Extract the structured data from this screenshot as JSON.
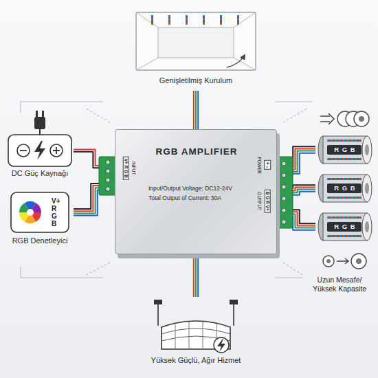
{
  "diagram": {
    "nodes": [
      {
        "text": [
          "Genişletilmiş Kurulum"
        ]
      },
      {
        "text": [
          "DC Güç Kaynağı"
        ]
      },
      {
        "text": [
          "V+ R G B",
          "RGB Denetleyici"
        ]
      },
      {
        "text": [
          "RGB AMPLIFIER",
          "Input/Output Voltage: DC12-24V",
          "Total Output of Current: 30A"
        ]
      },
      {
        "text": [
          "R G B"
        ]
      },
      {
        "text": [
          "R G B"
        ]
      },
      {
        "text": [
          "R G B"
        ]
      },
      {
        "text": [
          "Yüksek Güçlü, Ağır Hizmet"
        ]
      }
    ],
    "edges": [
      {
        "from": 1,
        "to": 3,
        "arrow": "none"
      },
      {
        "from": 2,
        "to": 3,
        "arrow": "none"
      },
      {
        "from": 3,
        "to": 4,
        "arrow": "none"
      },
      {
        "from": 3,
        "to": 5,
        "arrow": "none"
      },
      {
        "from": 3,
        "to": 6,
        "arrow": "none"
      },
      {
        "from": 0,
        "to": 3,
        "arrow": "none"
      },
      {
        "from": 3,
        "to": 7,
        "arrow": "none"
      }
    ],
    "labels": [
      "V+ R G B",
      "INPUT",
      "POWER",
      "+ -",
      "OUTPUT",
      "B G R V+",
      "Uzun Mesafe/ Yüksek Kapasite"
    ]
  }
}
